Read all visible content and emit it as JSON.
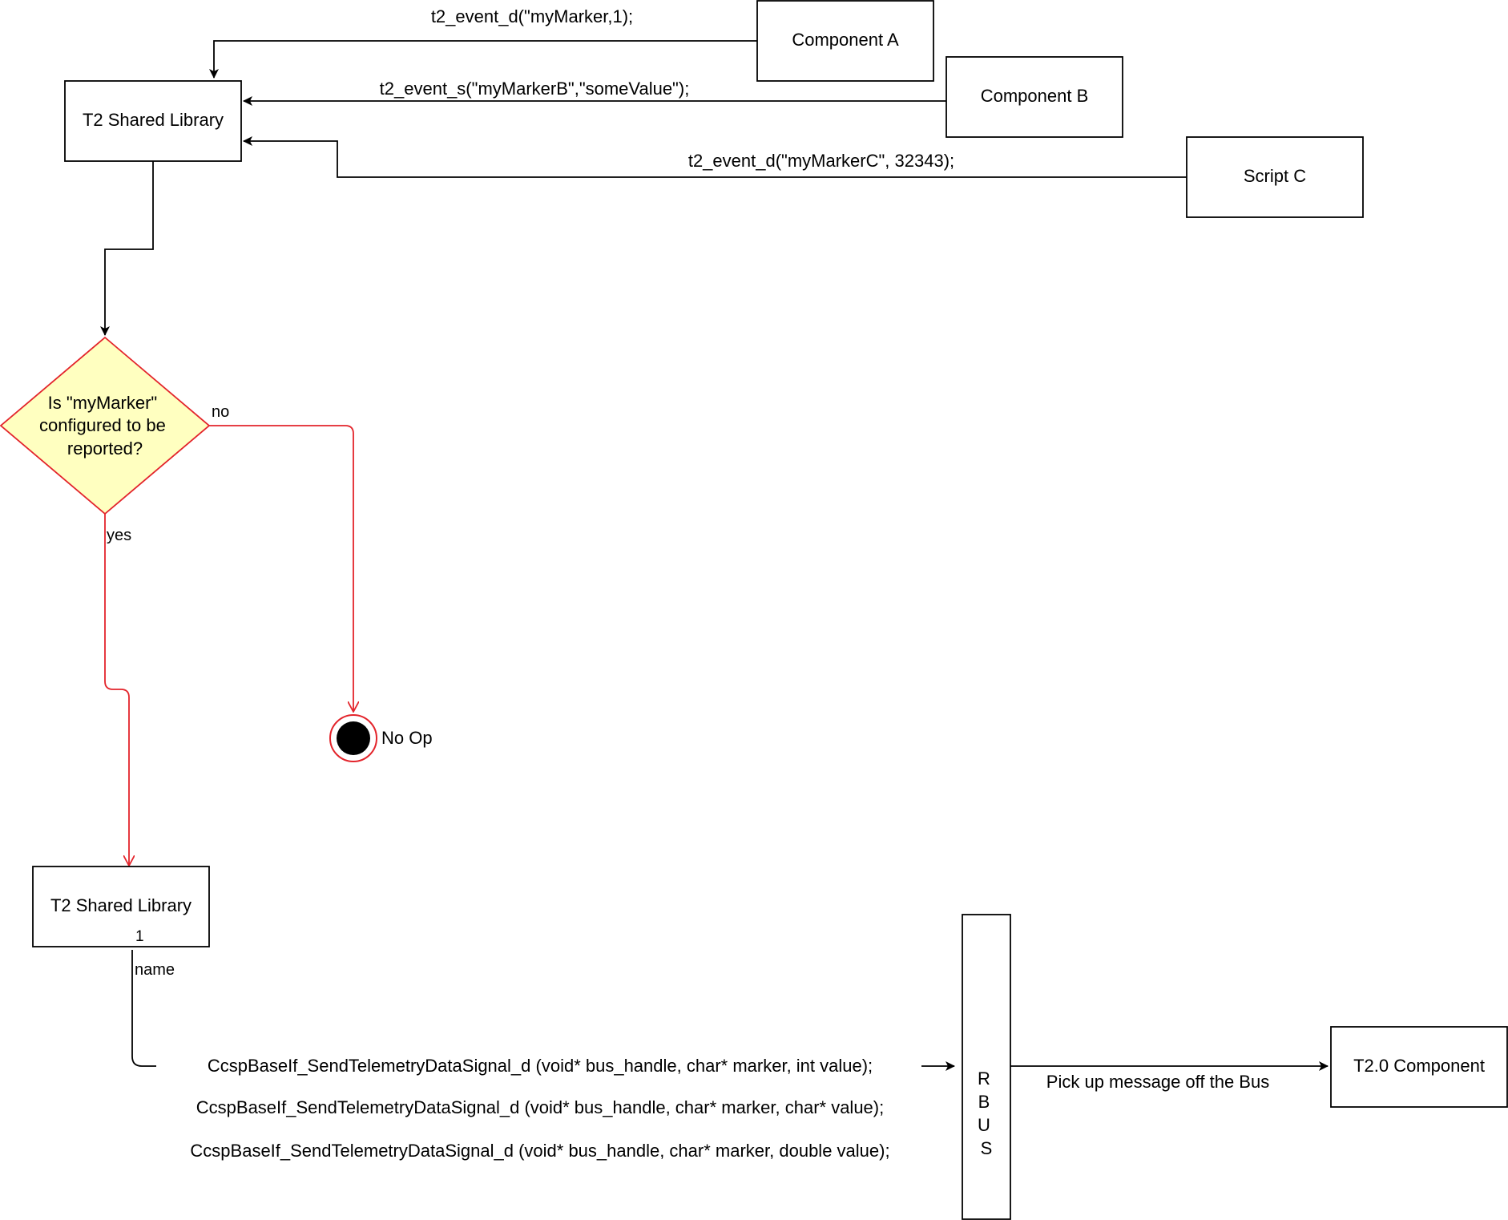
{
  "colors": {
    "stroke": "#000000",
    "red": "#e3242b",
    "decision_fill": "#ffffc0",
    "background": "#ffffff"
  },
  "nodes": {
    "component_a": "Component A",
    "component_b": "Component B",
    "script_c": "Script C",
    "t2_shared_library_top": "T2 Shared Library",
    "decision": [
      "Is \"myMarker\"",
      "configured to be",
      "reported?"
    ],
    "no_op": "No Op",
    "t2_shared_library_bottom": "T2 Shared Library",
    "rbus": [
      "R",
      "B",
      "U",
      "S"
    ],
    "t2_component": "T2.0 Component"
  },
  "edges": {
    "a_to_lib": "t2_event_d(\"myMarker,1);",
    "b_to_lib": "t2_event_s(\"myMarkerB\",\"someValue\");",
    "c_to_lib": "t2_event_d(\"myMarkerC\", 32343);",
    "yes_label": "yes",
    "no_label": "no",
    "lib_multiplicity": "1",
    "lib_role": "name",
    "rbus_to_t2": "Pick up message off the Bus"
  },
  "signatures": [
    "CcspBaseIf_SendTelemetryDataSignal_d (void* bus_handle, char* marker, int value);",
    "CcspBaseIf_SendTelemetryDataSignal_d (void* bus_handle, char* marker, char* value);",
    "CcspBaseIf_SendTelemetryDataSignal_d (void* bus_handle, char* marker, double value);"
  ]
}
